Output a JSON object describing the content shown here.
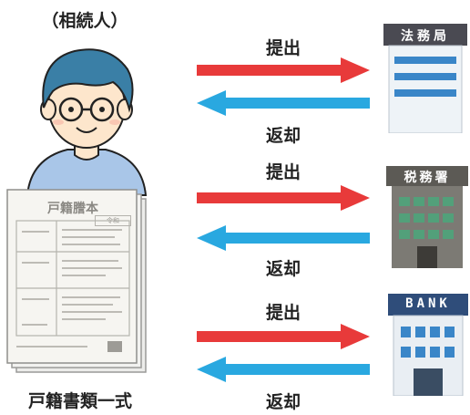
{
  "heir_label": "（相続人）",
  "document": {
    "title": "戸籍謄本",
    "stamp": "令和",
    "caption": "戸籍書類一式"
  },
  "flows": [
    {
      "submit_label": "提出",
      "return_label": "返却",
      "office_name": "法務局",
      "office_type": "legal-affairs-bureau"
    },
    {
      "submit_label": "提出",
      "return_label": "返却",
      "office_name": "税務署",
      "office_type": "tax-office"
    },
    {
      "submit_label": "提出",
      "return_label": "返却",
      "office_name": "BANK",
      "office_type": "bank"
    }
  ],
  "colors": {
    "submit_arrow": "#e83a3a",
    "return_arrow": "#29a8e0",
    "bureau_sign": "#4a4a52",
    "tax_sign": "#5c5a55",
    "bank_sign": "#2f4d7a"
  }
}
